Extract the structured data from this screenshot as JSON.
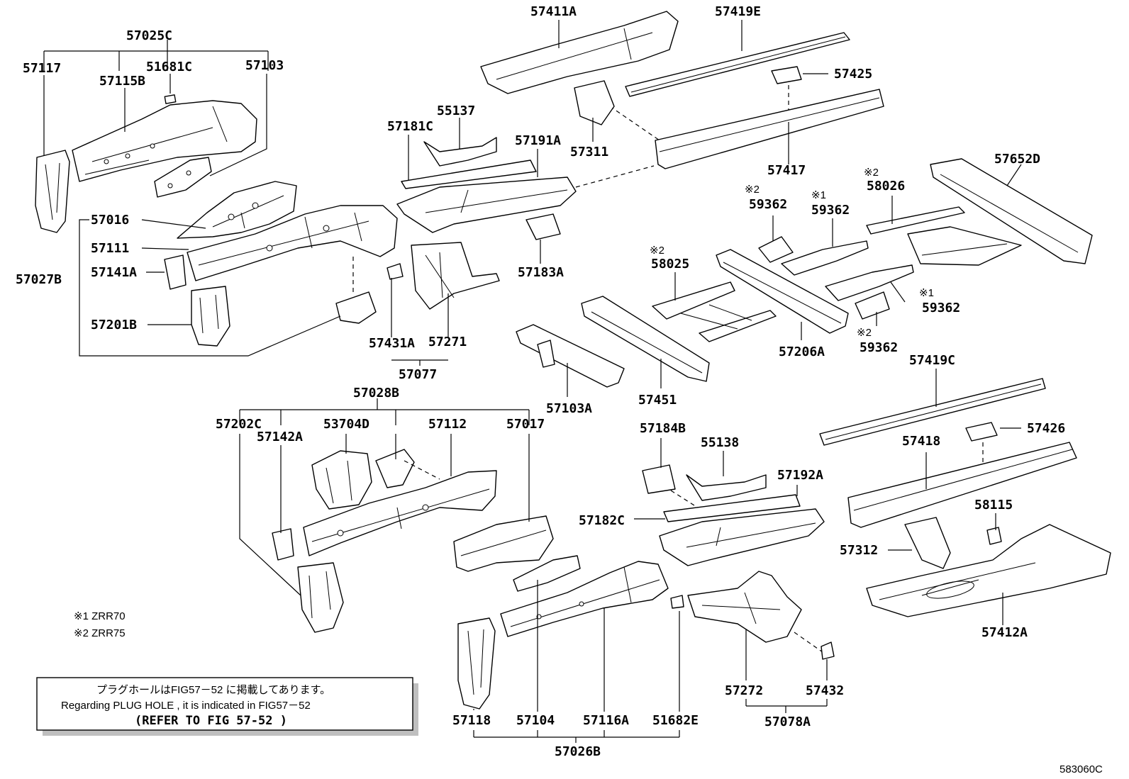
{
  "callouts": {
    "c57025C": "57025C",
    "c57117": "57117",
    "c57115B": "57115B",
    "c51681C": "51681C",
    "c57103": "57103",
    "c57016": "57016",
    "c57111": "57111",
    "c57141A": "57141A",
    "c57027B": "57027B",
    "c57201B": "57201B",
    "c57411A": "57411A",
    "c57419E": "57419E",
    "c57425": "57425",
    "c55137": "55137",
    "c57181C": "57181C",
    "c57191A": "57191A",
    "c57311": "57311",
    "c57417": "57417",
    "c57183A": "57183A",
    "c57431A": "57431A",
    "c57271": "57271",
    "c57077": "57077",
    "c57652D": "57652D",
    "c58026": "58026",
    "c59362a": "59362",
    "c59362b": "59362",
    "c59362c": "59362",
    "c59362d": "59362",
    "c58025": "58025",
    "c57206A": "57206A",
    "c57103A": "57103A",
    "c57451": "57451",
    "c57419C": "57419C",
    "c57028B": "57028B",
    "c57202C": "57202C",
    "c57142A": "57142A",
    "c53704D": "53704D",
    "c57112": "57112",
    "c57017": "57017",
    "c57184B": "57184B",
    "c55138": "55138",
    "c57192A": "57192A",
    "c57182C": "57182C",
    "c57426": "57426",
    "c57418": "57418",
    "c58115": "58115",
    "c57312": "57312",
    "c57412A": "57412A",
    "c57272": "57272",
    "c57432": "57432",
    "c57078A": "57078A",
    "c57118": "57118",
    "c57104": "57104",
    "c57116A": "57116A",
    "c51682E": "51682E",
    "c57026B": "57026B"
  },
  "marks": {
    "m1": "※2",
    "m2": "※2",
    "m3": "※1",
    "m4": "※2",
    "m5": "※1",
    "m6": "※2"
  },
  "legend": {
    "k1": "※1  ZRR70",
    "k2": "※2  ZRR75"
  },
  "note_box": {
    "line1": "プラグホールはFIG57－52 に掲載してあります。",
    "line2": "Regarding  PLUG HOLE , it is  indicated  in  FIG57－52",
    "line3": "(REFER TO FIG  57-52   )"
  },
  "figure_code": "583060C"
}
